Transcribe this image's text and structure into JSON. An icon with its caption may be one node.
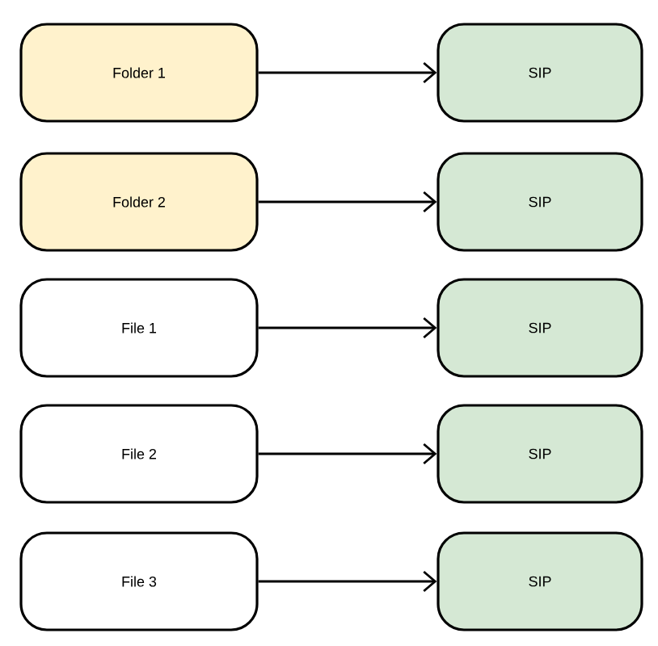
{
  "diagram": {
    "nodes": [
      {
        "text": [
          "Folder 1"
        ]
      },
      {
        "text": [
          "Folder 2"
        ]
      },
      {
        "text": [
          "File 1"
        ]
      },
      {
        "text": [
          "File 2"
        ]
      },
      {
        "text": [
          "File 3"
        ]
      },
      {
        "text": [
          "SIP"
        ]
      },
      {
        "text": [
          "SIP"
        ]
      },
      {
        "text": [
          "SIP"
        ]
      },
      {
        "text": [
          "SIP"
        ]
      },
      {
        "text": [
          "SIP"
        ]
      }
    ],
    "edges": [
      {
        "from": 0,
        "to": 5,
        "arrow": "to"
      },
      {
        "from": 1,
        "to": 6,
        "arrow": "to"
      },
      {
        "from": 2,
        "to": 7,
        "arrow": "to"
      },
      {
        "from": 3,
        "to": 8,
        "arrow": "to"
      },
      {
        "from": 4,
        "to": 9,
        "arrow": "to"
      }
    ]
  }
}
